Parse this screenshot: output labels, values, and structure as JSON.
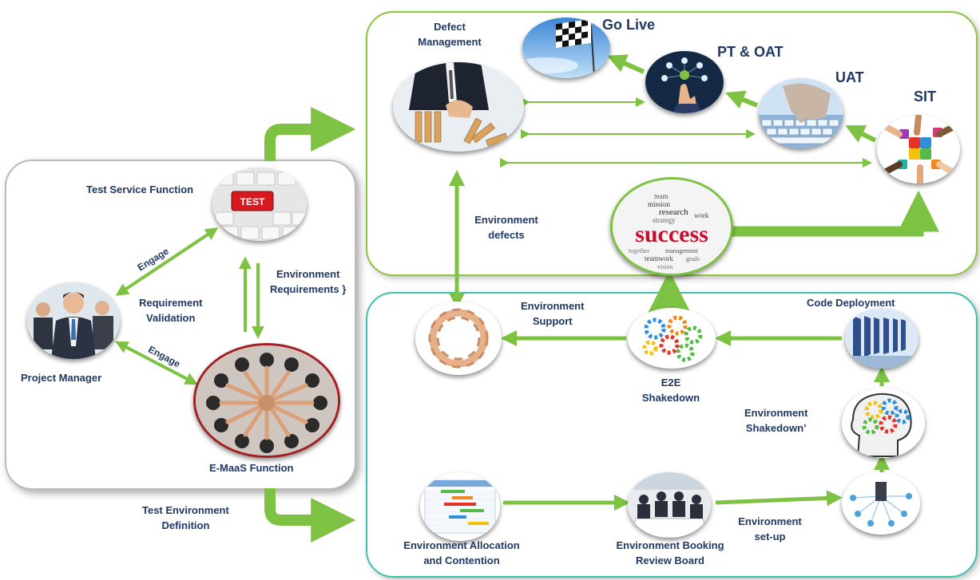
{
  "labels": {
    "defect_management": "Defect\nManagement",
    "go_live": "Go Live",
    "pt_oat": "PT & OAT",
    "uat": "UAT",
    "sit": "SIT",
    "environment_defects": "Environment\ndefects",
    "test_service_function": "Test Service Function",
    "environment_requirements": "Environment\nRequirements }",
    "engage_upper": "Engage",
    "engage_lower": "Engage",
    "requirement_validation": "Requirement\nValidation",
    "project_manager": "Project Manager",
    "emaas_function": "E-MaaS Function",
    "test_environment_definition": "Test Environment\nDefinition",
    "environment_support": "Environment\nSupport",
    "e2e_shakedown": "E2E\nShakedown",
    "code_deployment": "Code  Deployment",
    "environment_shakedown": "Environment\nShakedown’",
    "environment_allocation": "Environment Allocation\nand  Contention",
    "environment_booking": "Environment Booking\nReview Board",
    "environment_setup": "Environment\nset-up"
  },
  "image_text": {
    "test_key": "TEST",
    "success": "success",
    "word_cloud": [
      "team",
      "mission",
      "research",
      "strategy",
      "work",
      "together",
      "management",
      "teamwork",
      "goals",
      "vision"
    ]
  },
  "colors": {
    "arrow_green": "#7dc242",
    "label_navy": "#1f3864",
    "top_panel_border": "#8cc63f",
    "bottom_panel_border": "#3fbfb0",
    "ring_red": "#a31f24"
  },
  "icons": {
    "defect_management": "dominoes-hand-icon",
    "go_live": "checkered-flag-icon",
    "pt_oat": "touch-network-icon",
    "uat": "keyboard-typing-icon",
    "sit": "puzzle-hands-icon",
    "success": "success-word-cloud-icon",
    "test_service_function": "test-key-keyboard-icon",
    "project_manager": "business-team-icon",
    "emaas_function": "team-huddle-icon",
    "environment_support": "hands-circle-icon",
    "e2e_shakedown": "gears-icon",
    "code_deployment": "server-racks-icon",
    "environment_shakedown": "head-gears-icon",
    "environment_allocation": "gantt-chart-icon",
    "environment_booking": "meeting-room-icon",
    "environment_setup": "network-nodes-icon"
  }
}
